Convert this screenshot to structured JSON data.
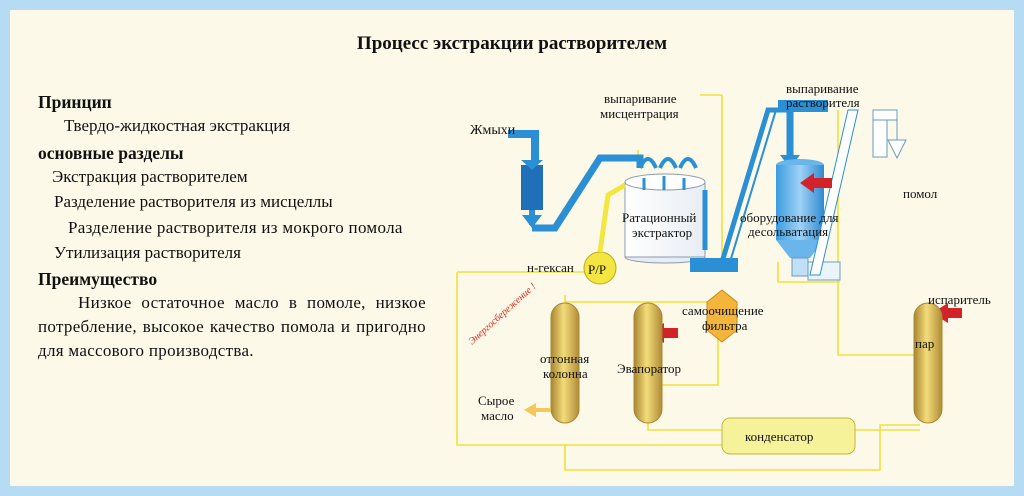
{
  "title": "Процесс экстракции растворителем",
  "left": {
    "principle_heading": "Принцип",
    "principle_text": "Твердо-жидкостная экстракция",
    "sections_heading": "основные разделы",
    "sections": [
      "Экстракция растворителем",
      "Разделение растворителя из мисцеллы",
      "Разделение растворителя из мокрого помола",
      "Утилизация растворителя"
    ],
    "advantage_heading": "Преимущество",
    "advantage_text": "Низкое остаточное масло в помоле, низкое потребление, высокое качество помола и пригодно для массового производства."
  },
  "diagram": {
    "meal_label": "Жмыхи",
    "evap_miscella_line1": "выпаривание",
    "evap_miscella_line2": "мисцентрация",
    "evap_solvent_line1": "выпаривание",
    "evap_solvent_line2": "растворителя",
    "extractor_line1": "Ратационный",
    "extractor_line2": "экстрактор",
    "desolventizer_line1": "оборудование для",
    "desolventizer_line2": "десольватация",
    "meal_out_label": "помол",
    "hexane_label": "н-гексан",
    "pump_label": "P/P",
    "energy_saving_label": "Энергосбережение !",
    "filter_line1": "самоочищение",
    "filter_line2": "фильтра",
    "evaporator_out_label": "испаритель",
    "stripping_line1": "отгонная",
    "stripping_line2": "колонна",
    "evaporator_label": "Эвапоратор",
    "steam_label": "пар",
    "crude_oil_line1": "Сырое",
    "crude_oil_line2": "масло",
    "condenser_label": "конденсатор"
  },
  "colors": {
    "background_border": "#b5dcf3",
    "panel": "#fcf9e8",
    "process_blue": "#2a8fd4",
    "yellow_line": "#f2df3c",
    "column_gold": "#c9a74a",
    "condenser": "#f6f29a",
    "arrow_red": "#d2232a",
    "energy_red": "#e0281e"
  }
}
